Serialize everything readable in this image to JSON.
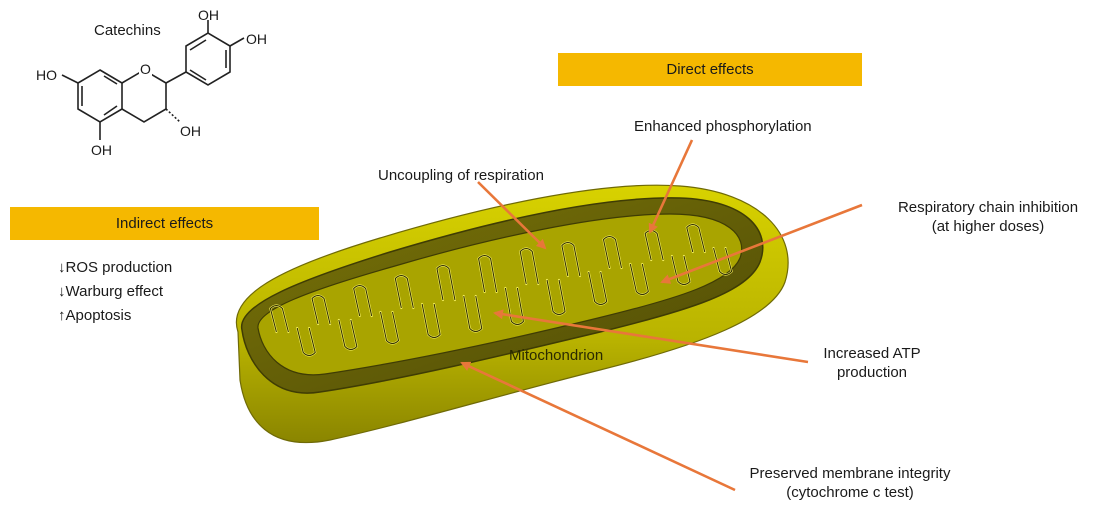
{
  "molecule": {
    "name": "Catechins",
    "groups": [
      "OH",
      "OH",
      "HO",
      "O",
      "OH",
      "OH"
    ]
  },
  "indirect": {
    "title": "Indirect effects",
    "items": [
      {
        "arrow": "↓",
        "text": "ROS production"
      },
      {
        "arrow": "↓",
        "text": "Warburg effect"
      },
      {
        "arrow": "↑",
        "text": "Apoptosis"
      }
    ]
  },
  "direct": {
    "title": "Direct effects"
  },
  "mitochondrion_label": "Mitochondrion",
  "effects": {
    "enhanced_phosphorylation": "Enhanced phosphorylation",
    "uncoupling": "Uncoupling of respiration",
    "respiratory_chain": [
      "Respiratory chain inhibition",
      "(at higher doses)"
    ],
    "increased_atp": [
      "Increased ATP",
      "production"
    ],
    "membrane_integrity": [
      "Preserved membrane integrity",
      "(cytochrome c test)"
    ]
  },
  "colors": {
    "banner": "#f5b800",
    "arrow": "#e8773a",
    "mito_outer": "#c9c400",
    "mito_dark": "#5f5a06",
    "mito_inner": "#b7b000"
  }
}
